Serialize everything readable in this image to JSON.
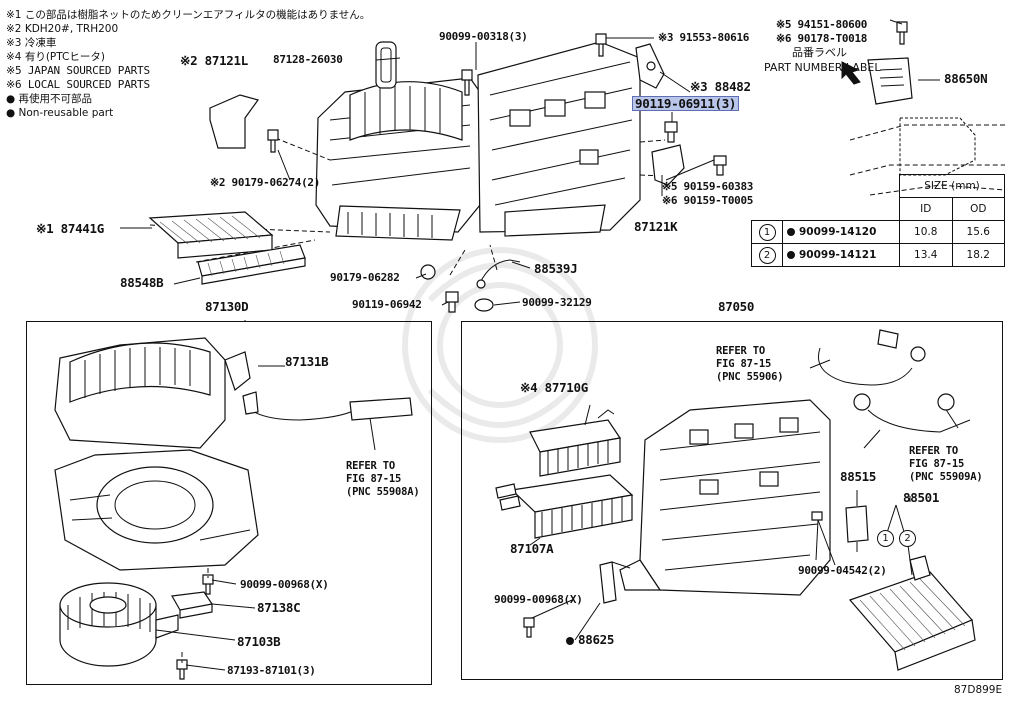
{
  "notes": [
    "※1 この部品は樹脂ネットのためクリーンエアフィルタの機能はありません。",
    "※2 KDH20#, TRH200",
    "※3 冷凍車",
    "※4 有り(PTCヒータ)",
    "※5 JAPAN SOURCED PARTS",
    "※6 LOCAL SOURCED PARTS",
    "● 再使用不可部品",
    "● Non-reusable part"
  ],
  "labels": {
    "p87121L": "※2 87121L",
    "p87128": "87128-26030",
    "p90099_00318": "90099-00318(3)",
    "p91553": "※3 91553-80616",
    "p88482": "※3 88482",
    "p90119_06911": "90119-06911(3)",
    "p94151": "※5 94151-80600",
    "p90178": "※6 90178-T0018",
    "label_jp": "品番ラベル",
    "label_en": "PART NUMBER LABEL",
    "p88650N": "88650N",
    "p90179_06274": "※2 90179-06274(2)",
    "p90159_60383": "※5 90159-60383",
    "p90159_T0005": "※6 90159-T0005",
    "p87121K": "87121K",
    "p87441G": "※1 87441G",
    "p88548B": "88548B",
    "p90179_06282": "90179-06282",
    "p88539J": "88539J",
    "p90119_06942": "90119-06942",
    "p90099_32129": "90099-32129",
    "p87130D": "87130D",
    "p87050": "87050",
    "p87131B": "87131B",
    "refer1_a": "REFER TO",
    "refer1_b": "FIG 87-15",
    "refer1_c": "(PNC 55908A)",
    "p90099_00968_a": "90099-00968(X)",
    "p87138C": "87138C",
    "p87103B": "87103B",
    "p87193": "87193-87101(3)",
    "refer2_a": "REFER TO",
    "refer2_b": "FIG 87-15",
    "refer2_c": "(PNC 55906)",
    "p87710G": "※4 87710G",
    "refer3_a": "REFER TO",
    "refer3_b": "FIG 87-15",
    "refer3_c": "(PNC 55909A)",
    "p88515": "88515",
    "p88501": "88501",
    "p87107A": "87107A",
    "p90099_04542": "90099-04542(2)",
    "p90099_00968_b": "90099-00968(X)",
    "p88625": "88625",
    "fig_code": "87D899E"
  },
  "size_table": {
    "header": "SIZE (mm)",
    "col_id": "ID",
    "col_od": "OD",
    "rows": [
      {
        "no": "1",
        "part": "90099-14120",
        "id": "10.8",
        "od": "15.6"
      },
      {
        "no": "2",
        "part": "90099-14121",
        "id": "13.4",
        "od": "18.2"
      }
    ]
  },
  "colors": {
    "highlight": "#b9c6ea"
  }
}
